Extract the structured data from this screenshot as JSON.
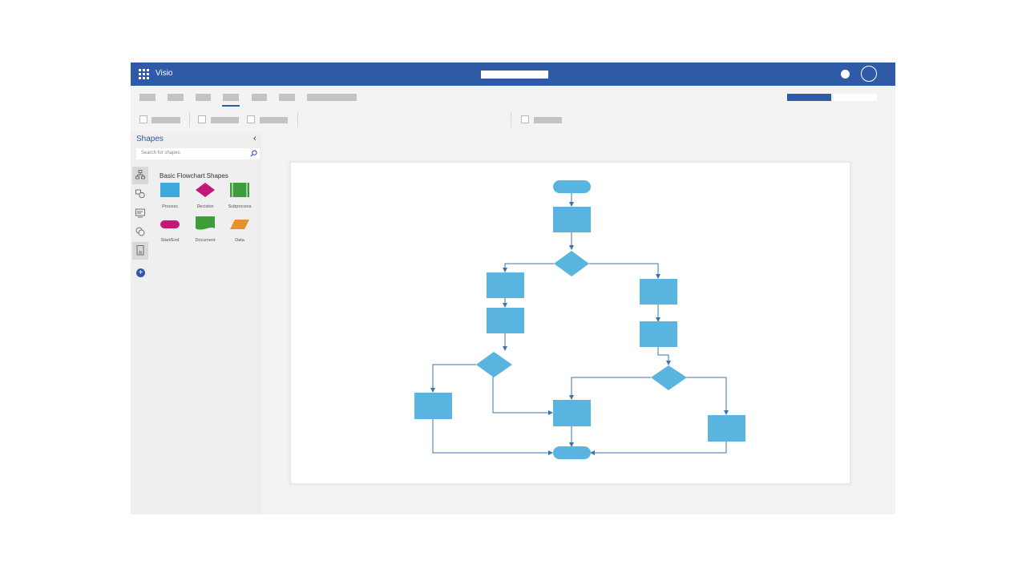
{
  "app": {
    "name": "Visio",
    "accent_color": "#2f5aa8",
    "icons": [
      "waffle-icon",
      "status-dot-icon",
      "avatar-icon"
    ]
  },
  "shapes_panel": {
    "title": "Shapes",
    "collapse_icon": "chevron-left-icon",
    "search": {
      "placeholder": "Search for shapes",
      "icon": "search-icon"
    },
    "stencil_rail_icons": [
      "flowchart-stencil-icon",
      "shapes-stencil-icon",
      "screen-stencil-icon",
      "circles-stencil-icon",
      "document-stencil-icon"
    ],
    "add_icon": "plus-icon",
    "stencil": {
      "name": "Basic Flowchart Shapes",
      "shapes": [
        {
          "label": "Process",
          "color": "#3fa8dd"
        },
        {
          "label": "Decision",
          "color": "#c4177a"
        },
        {
          "label": "Subprocess",
          "color": "#3e9c3a"
        },
        {
          "label": "Start/End",
          "color": "#c4177a"
        },
        {
          "label": "Document",
          "color": "#3e9c3a"
        },
        {
          "label": "Data",
          "color": "#e8912e"
        }
      ]
    }
  },
  "diagram": {
    "shape_color": "#5ab4e0",
    "connector_color": "#3b73a8"
  }
}
